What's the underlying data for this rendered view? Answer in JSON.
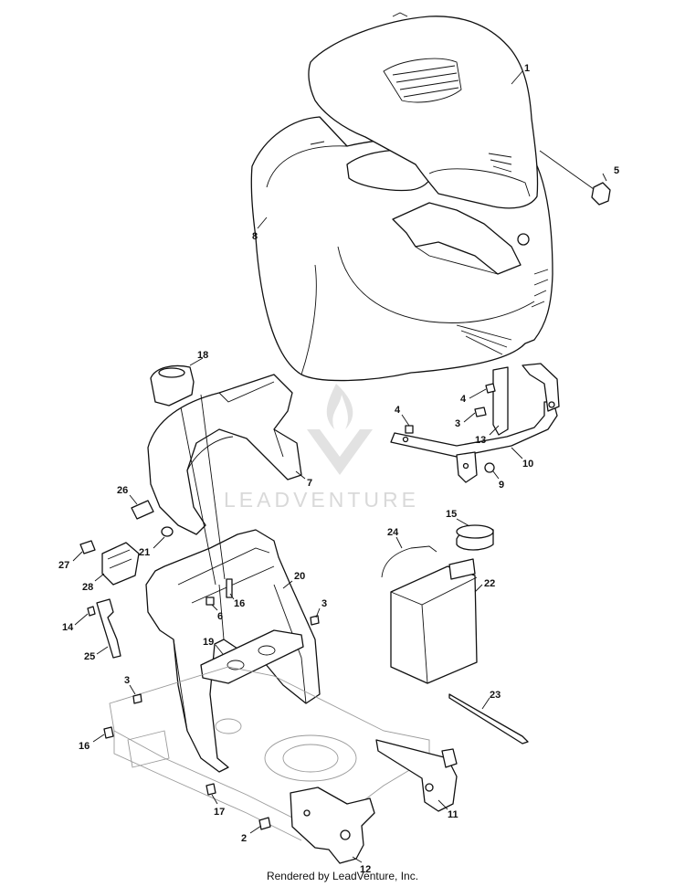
{
  "watermark": {
    "text": "LEADVENTURE"
  },
  "footer": {
    "text": "Rendered by LeadVenture, Inc."
  },
  "callouts": {
    "c1": "1",
    "c2": "2",
    "c3a": "3",
    "c3b": "3",
    "c3c": "3",
    "c4a": "4",
    "c4b": "4",
    "c5": "5",
    "c6": "6",
    "c7": "7",
    "c8": "8",
    "c9": "9",
    "c10": "10",
    "c11": "11",
    "c12": "12",
    "c13": "13",
    "c14": "14",
    "c15": "15",
    "c16a": "16",
    "c16b": "16",
    "c17": "17",
    "c18": "18",
    "c19": "19",
    "c20": "20",
    "c21": "21",
    "c22": "22",
    "c23": "23",
    "c24": "24",
    "c25": "25",
    "c26": "26",
    "c27": "27",
    "c28": "28"
  }
}
